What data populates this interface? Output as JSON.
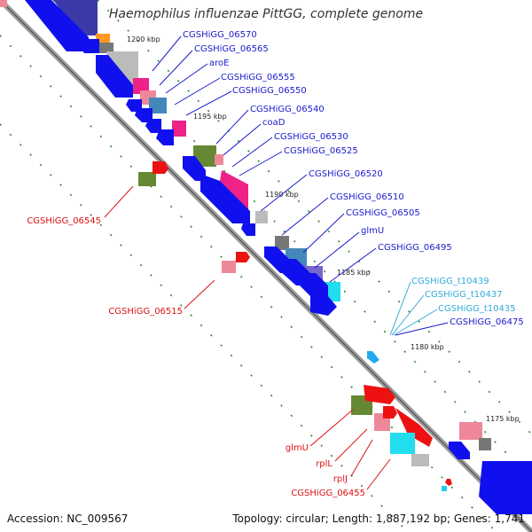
{
  "title": "Haemophilus influenzae PittGG, complete genome",
  "accession": "Accession: NC_009567",
  "summary": "Topology: circular; Length: 1,887,192 bp; Genes: 1,741",
  "ruler": [
    "1200 kbp",
    "1195 kbp",
    "1190 kbp",
    "1185 kbp",
    "1180 kbp",
    "1175 kbp"
  ],
  "colors": {
    "forward_label": "#1a1acc",
    "reverse_label": "#dd1111",
    "rna_label": "#33aadd",
    "backbone": "#888888",
    "dotted_guides": "#2a8a2a"
  },
  "forward_labels": [
    "CGSHiGG_06570",
    "CGSHiGG_06565",
    "aroE",
    "CGSHiGG_06555",
    "CGSHiGG_06550",
    "CGSHiGG_06540",
    "coaD",
    "CGSHiGG_06530",
    "CGSHiGG_06525",
    "CGSHiGG_06520",
    "CGSHiGG_06510",
    "CGSHiGG_06505",
    "glmU",
    "CGSHiGG_06495"
  ],
  "rna_labels": [
    "CGSHiGG_t10439",
    "CGSHiGG_t10437",
    "CGSHiGG_t10435"
  ],
  "forward_label_last": "CGSHiGG_06475",
  "reverse_labels": [
    "CGSHiGG_06545",
    "CGSHiGG_06515",
    "glmU",
    "rplL",
    "rplJ",
    "CGSHiGG_06455"
  ]
}
